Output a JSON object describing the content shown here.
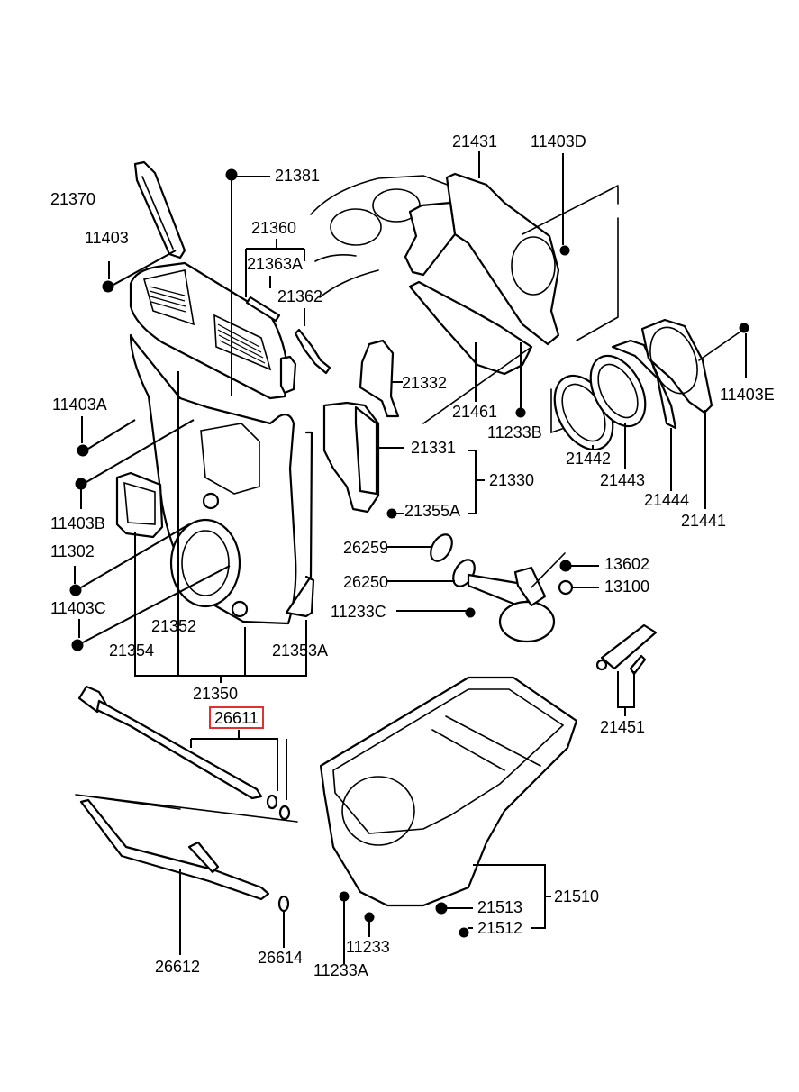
{
  "diagram": {
    "type": "exploded parts diagram",
    "subject": "engine timing belt cover, rear oil seal case and oil pan assembly",
    "highlight_color": "#e03030",
    "highlighted_part": "26611"
  },
  "labels": {
    "p21431": "21431",
    "p11403D": "11403D",
    "p21381": "21381",
    "p21370": "21370",
    "p11403": "11403",
    "p21360": "21360",
    "p21363A": "21363A",
    "p21362": "21362",
    "p21332": "21332",
    "p21461": "21461",
    "p11233B": "11233B",
    "p11403E": "11403E",
    "p11403A": "11403A",
    "p11403B": "11403B",
    "p11302": "11302",
    "p11403C": "11403C",
    "p21331": "21331",
    "p21330": "21330",
    "p21355A": "21355A",
    "p21442": "21442",
    "p21443": "21443",
    "p21444": "21444",
    "p21441": "21441",
    "p26259": "26259",
    "p26250": "26250",
    "p11233C": "11233C",
    "p13602": "13602",
    "p13100": "13100",
    "p21352": "21352",
    "p21354": "21354",
    "p21353A": "21353A",
    "p21350": "21350",
    "p26611": "26611",
    "p21451": "21451",
    "p21510": "21510",
    "p21513": "21513",
    "p21512": "21512",
    "p26612": "26612",
    "p26614": "26614",
    "p11233": "11233",
    "p11233A": "11233A"
  }
}
